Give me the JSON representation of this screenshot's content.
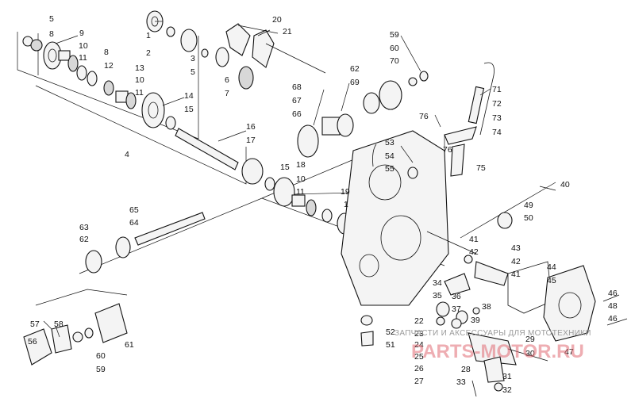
{
  "callouts": {
    "c1a": "1",
    "c2": "2",
    "c3": "3",
    "c5a": "5",
    "c6": "6",
    "c7": "7",
    "c20": "20",
    "c21": "21",
    "c5b": "5",
    "c8a": "8",
    "c9": "9",
    "c10a": "10",
    "c11a": "11",
    "c8b": "8",
    "c12": "12",
    "c13": "13",
    "c10b": "10",
    "c11b": "11",
    "c14": "14",
    "c15a": "15",
    "c4": "4",
    "c16": "16",
    "c17": "17",
    "c15b": "15",
    "c18": "18",
    "c10c": "10",
    "c11c": "11",
    "c19": "19",
    "c1b": "1",
    "c68": "68",
    "c67": "67",
    "c66": "66",
    "c62a": "62",
    "c69": "69",
    "c59a": "59",
    "c60a": "60",
    "c70": "70",
    "c71": "71",
    "c72": "72",
    "c73": "73",
    "c74": "74",
    "c76a": "76",
    "c76b": "76",
    "c75": "75",
    "c53": "53",
    "c54": "54",
    "c55": "55",
    "c65": "65",
    "c64": "64",
    "c63": "63",
    "c62b": "62",
    "c40": "40",
    "c49": "49",
    "c50": "50",
    "c41a": "41",
    "c42a": "42",
    "c43": "43",
    "c42b": "42",
    "c41b": "41",
    "c44": "44",
    "c45": "45",
    "c34": "34",
    "c35": "35",
    "c36": "36",
    "c37": "37",
    "c38": "38",
    "c39": "39",
    "c46a": "46",
    "c48": "48",
    "c46b": "46",
    "c47": "47",
    "c22": "22",
    "c23": "23",
    "c24": "24",
    "c25": "25",
    "c26": "26",
    "c27": "27",
    "c52": "52",
    "c51": "51",
    "c29": "29",
    "c30": "30",
    "c28": "28",
    "c31": "31",
    "c33": "33",
    "c32": "32",
    "c57": "57",
    "c58": "58",
    "c56": "56",
    "c60b": "60",
    "c59b": "59",
    "c61": "61"
  },
  "watermark": {
    "caption": "ЗАПЧАСТИ И АКСЕССУАРЫ ДЛЯ МОТОТЕХНИКИ",
    "brand": "PARTS-MOTOR.RU"
  },
  "colors": {
    "line": "#111111",
    "watermark_text": "#9a9a9a",
    "watermark_brand": "#e06a72"
  }
}
